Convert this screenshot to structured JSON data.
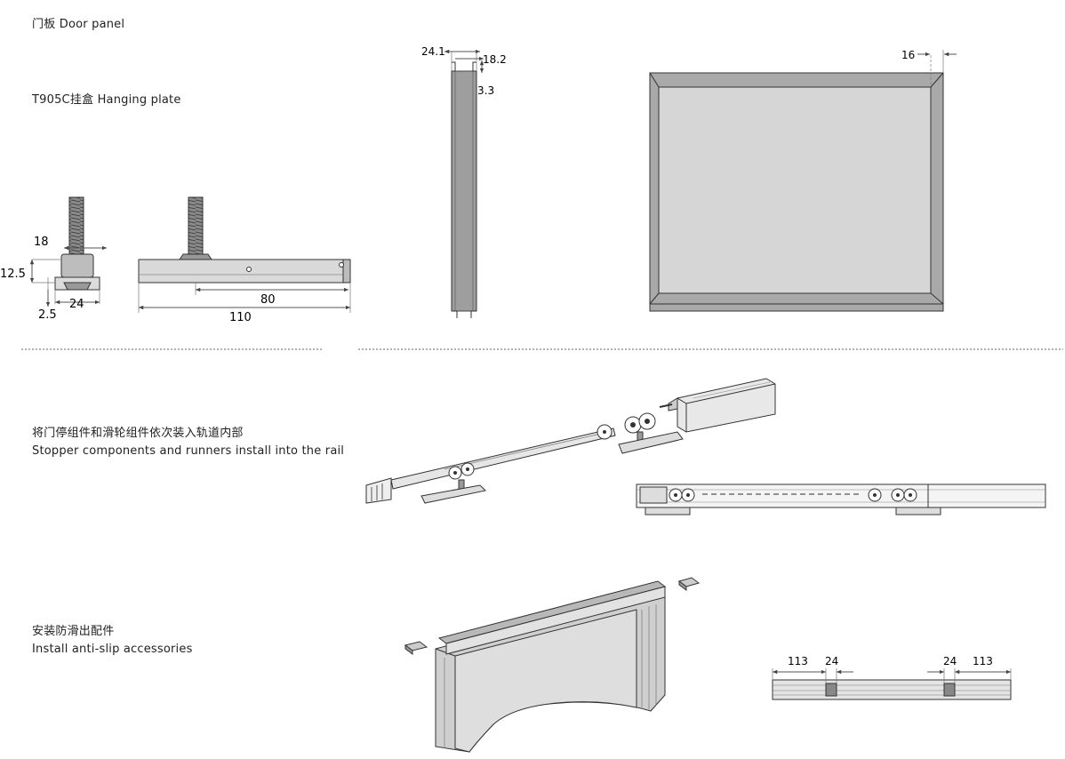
{
  "labels": {
    "door_panel": "门板  Door panel",
    "hanging_plate": "T905C挂盒  Hanging plate",
    "stopper_cn": "将门停组件和滑轮组件依次装入轨道内部",
    "stopper_en": "Stopper components and runners install into the rail",
    "antislip_cn": "安装防滑出配件",
    "antislip_en": "Install anti-slip accessories"
  },
  "dimensions": {
    "plate_width": "18",
    "plate_height": "12.5",
    "plate_base": "24",
    "plate_foot": "2.5",
    "plate_hole": "80",
    "plate_length": "110",
    "profile_outer": "24.1",
    "profile_inner": "18.2",
    "profile_lip": "3.3",
    "frame_border": "16",
    "rail_left_offset": "113",
    "rail_left_width": "24",
    "rail_right_width": "24",
    "rail_right_offset": "113"
  },
  "colors": {
    "line": "#333333",
    "panel_fill": "#d6d6d6",
    "frame_fill": "#a9a9a9",
    "profile_fill": "#9e9e9e",
    "dim_line": "#555555"
  }
}
